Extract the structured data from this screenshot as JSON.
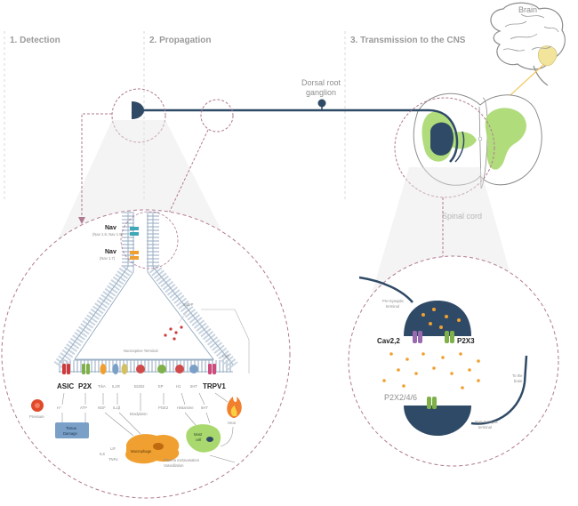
{
  "phases": {
    "detection": "1. Detection",
    "propagation": "2. Propagation",
    "transmission": "3. Transmission to the CNS"
  },
  "labels": {
    "brain": "Brain",
    "drg_line1": "Dorsal root",
    "drg_line2": "ganglion",
    "spinal_cord": "Spinal cord",
    "nav_a": "Nav",
    "nav_a_sub": "(Nav 1.8, Nav 1.9)",
    "nav_b": "Nav",
    "nav_b_sub": "(Nav 1.7)",
    "subst_p": "Sub P",
    "nociceptive_terminal": "Nociceptive Terminal",
    "ca": "Ca²⁺",
    "asic": "ASIC",
    "p2x": "P2X",
    "trka": "TrkA",
    "il1r": "IL1R",
    "il6r": "IL6R",
    "b1b2": "B1/B2",
    "ep": "EP",
    "h1": "H1",
    "ht5": "5HT",
    "trpv1": "TRPV1",
    "pressure": "Pressure",
    "h_plus": "H⁺",
    "atp": "ATP",
    "ngf": "NGF",
    "il1b": "IL1β",
    "bradykinin": "Bradykinin",
    "pge2": "PGE2",
    "histamine": "Histamine",
    "serotonin": "5HT",
    "heat": "Heat",
    "tissue_damage_1": "Tissue",
    "tissue_damage_2": "Damage",
    "macrophage": "Macrophage",
    "mast_1": "Mast",
    "mast_2": "cell",
    "il6": "IL6",
    "lif": "LIF",
    "tnfa": "TNFα",
    "plasma_1": "Plasma extravasation",
    "plasma_2": "Vasodilation",
    "pre_1": "Pre-Synaptic",
    "pre_2": "terminal",
    "cav": "Cav2,2",
    "p2x3": "P2X3",
    "to_brain_1": "To the",
    "to_brain_2": "brain",
    "p2x_post": "P2X2/4/6",
    "post_1": "Post-Synaptic",
    "post_2": "terminal"
  },
  "colors": {
    "neuron": "#2f4a66",
    "grey_matter": "#a9d86e",
    "brain_highlight": "#f2e49a",
    "dash": "#b07a92",
    "membrane": "#c9d4e0",
    "vesicle": "#f0a030",
    "asic": "#d03a3a",
    "p2x": "#7fb04a",
    "trka": "#f0a030",
    "il": "#7aa0c8",
    "b1b2": "#d04a4a",
    "ep": "#7fb04a",
    "h1": "#d04a4a",
    "ht5": "#7aa0c8",
    "trpv1": "#d04a7a",
    "cav": "#9a6ab0",
    "p2x3": "#7fb04a",
    "macrophage": "#f0a030",
    "mast": "#a9d86e",
    "tissue": "#7aa0c8",
    "pressure": "#e04a2a",
    "nav_teal": "#3fa8b8",
    "nav_orange": "#f0a030"
  }
}
